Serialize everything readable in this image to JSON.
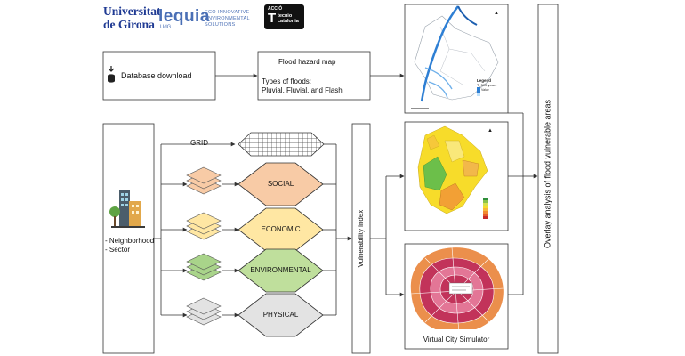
{
  "logos": {
    "univ_line1": "Universitat",
    "univ_line2": "de Girona",
    "lequia_word": "lequia",
    "lequia_sub": "UdG",
    "lequia_tagline": "ECO-INNOVATIVE ENVIRONMENTAL SOLUTIONS",
    "tecnio_top": "ACCIÓ",
    "tecnio_letter": "T",
    "tecnio_name": "tecnio catalonia"
  },
  "nodes": {
    "database_download": "Database download",
    "flood_hazard_title": "Flood hazard map",
    "flood_types_label": "Types of floods:",
    "flood_types_value": "Pluvial, Fluvial, and Flash",
    "units": [
      "- Neighborhood",
      "- Sector"
    ],
    "grid_label": "GRID",
    "dimensions": [
      {
        "label": "SOCIAL",
        "color": "#f8cba6"
      },
      {
        "label": "ECONOMIC",
        "color": "#ffe7a3"
      },
      {
        "label": "ENVIRONMENTAL",
        "color": "#bfdf9c"
      },
      {
        "label": "PHYSICAL",
        "color": "#e3e3e3"
      }
    ],
    "vulnerability_index": "Vulnerability index",
    "overlay_analysis": "Overlay analysis of flood vulnerable areas",
    "virtual_city_simulator": "Virtual City Simulator"
  },
  "map1_legend": {
    "title": "Legend",
    "subtitle": "T_500 years",
    "value_label": "Value"
  },
  "colors": {
    "line": "#333333",
    "water_blue": "#2e7fd4",
    "choropleth_yellow": "#f7dc2a",
    "choropleth_orange": "#f2a035",
    "choropleth_green": "#6cbf4a",
    "sim_red": "#c2335a",
    "sim_pink": "#e37696",
    "sim_orange": "#eb8f4c"
  }
}
